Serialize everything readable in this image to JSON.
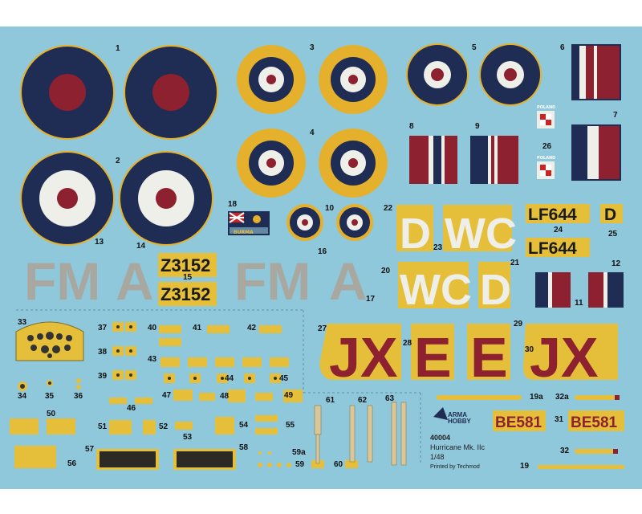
{
  "sheet": {
    "product_code": "40004",
    "product_name": "Hurricane Mk. IIc",
    "scale": "1/48",
    "printer": "Printed by Techmod",
    "brand_top": "ARMA",
    "brand_bottom": "HOBBY",
    "colors": {
      "background": "#8fc7db",
      "roundel_blue": "#1f2c53",
      "roundel_red": "#8d2130",
      "roundel_white": "#efefea",
      "roundel_yellow": "#e5b12c",
      "code_grey": "#a9a8a0",
      "code_red": "#8d2130",
      "carrier_yellow": "#e5bf3a"
    }
  },
  "markings": {
    "fm_code": "FM",
    "a_code": "A",
    "serial_z": "Z3152",
    "serial_lf": "LF644",
    "letter_d": "D",
    "code_wc": "WC",
    "code_jx": "JX",
    "letter_e": "E",
    "serial_be": "BE581",
    "burma_label": "BURMA",
    "poland_label": "POLAND"
  },
  "numbers": [
    "1",
    "2",
    "3",
    "4",
    "5",
    "6",
    "7",
    "8",
    "9",
    "10",
    "11",
    "12",
    "13",
    "14",
    "15",
    "16",
    "17",
    "18",
    "19",
    "19a",
    "20",
    "21",
    "22",
    "23",
    "24",
    "25",
    "26",
    "27",
    "28",
    "29",
    "30",
    "31",
    "32",
    "32a",
    "33",
    "34",
    "35",
    "36",
    "37",
    "38",
    "39",
    "40",
    "41",
    "42",
    "43",
    "44",
    "45",
    "46",
    "47",
    "48",
    "49",
    "50",
    "51",
    "52",
    "53",
    "54",
    "55",
    "56",
    "57",
    "58",
    "59",
    "59a",
    "60",
    "61",
    "62",
    "63"
  ]
}
